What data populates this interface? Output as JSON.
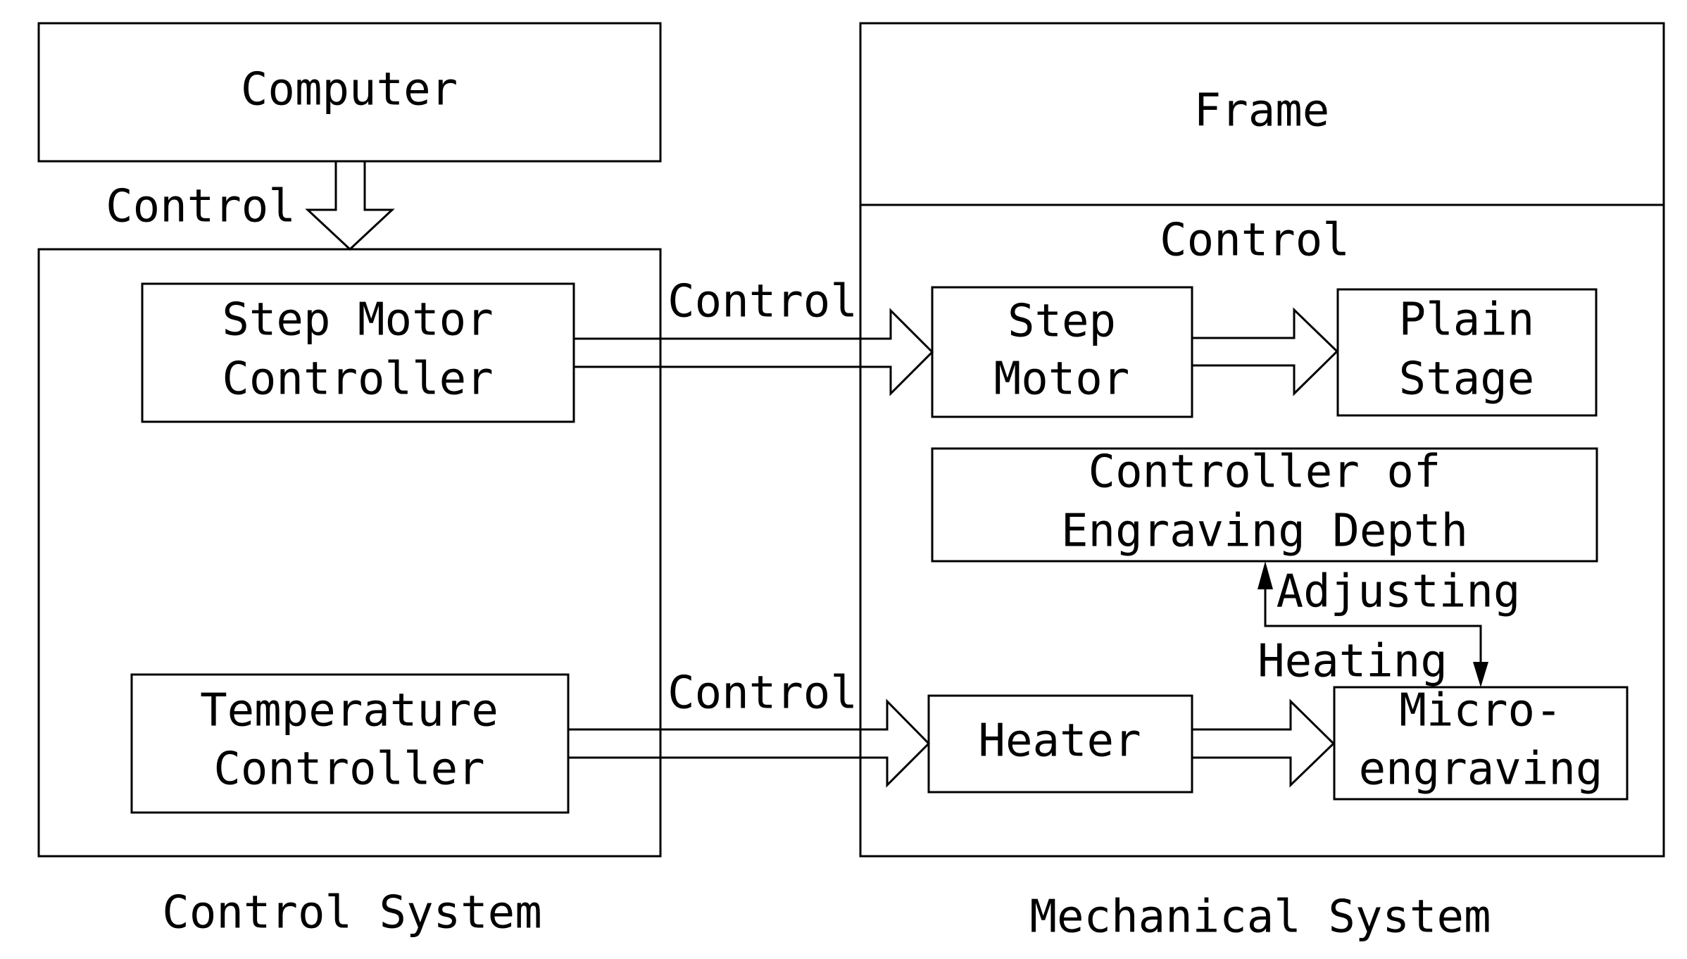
{
  "diagram": {
    "computer": "Computer",
    "frame": "Frame",
    "control_top_left": "Control",
    "control_mech": "Control",
    "control_step": "Control",
    "control_temp": "Control",
    "step_motor_controller": [
      "Step Motor",
      "Controller"
    ],
    "temperature_controller": [
      "Temperature",
      "Controller"
    ],
    "step_motor": [
      "Step",
      "Motor"
    ],
    "plain_stage": [
      "Plain",
      "Stage"
    ],
    "engraving_depth_controller": [
      "Controller of",
      "Engraving Depth"
    ],
    "adjusting": "Adjusting",
    "heating": "Heating",
    "heater": "Heater",
    "micro_engraving": [
      "Micro-",
      "engraving"
    ],
    "control_system": "Control System",
    "mechanical_system": "Mechanical System"
  }
}
